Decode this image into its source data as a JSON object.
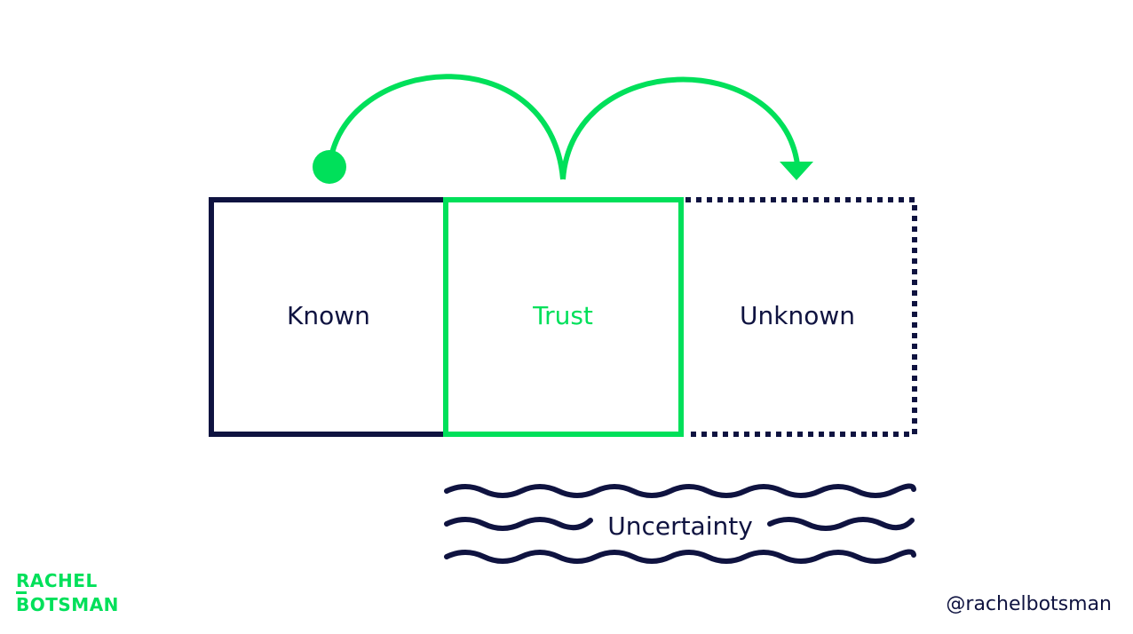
{
  "colors": {
    "navy": "#0f1340",
    "green": "#00e05a",
    "background": "#ffffff"
  },
  "diagram": {
    "boxes": [
      {
        "label": "Known",
        "style": "solid",
        "color": "navy"
      },
      {
        "label": "Trust",
        "style": "solid",
        "color": "green"
      },
      {
        "label": "Unknown",
        "style": "dotted",
        "color": "navy"
      }
    ],
    "uncertainty_label": "Uncertainty"
  },
  "branding": {
    "logo_line1": "RACHEL",
    "logo_line2": "BOTSMAN",
    "handle": "@rachelbotsman"
  }
}
